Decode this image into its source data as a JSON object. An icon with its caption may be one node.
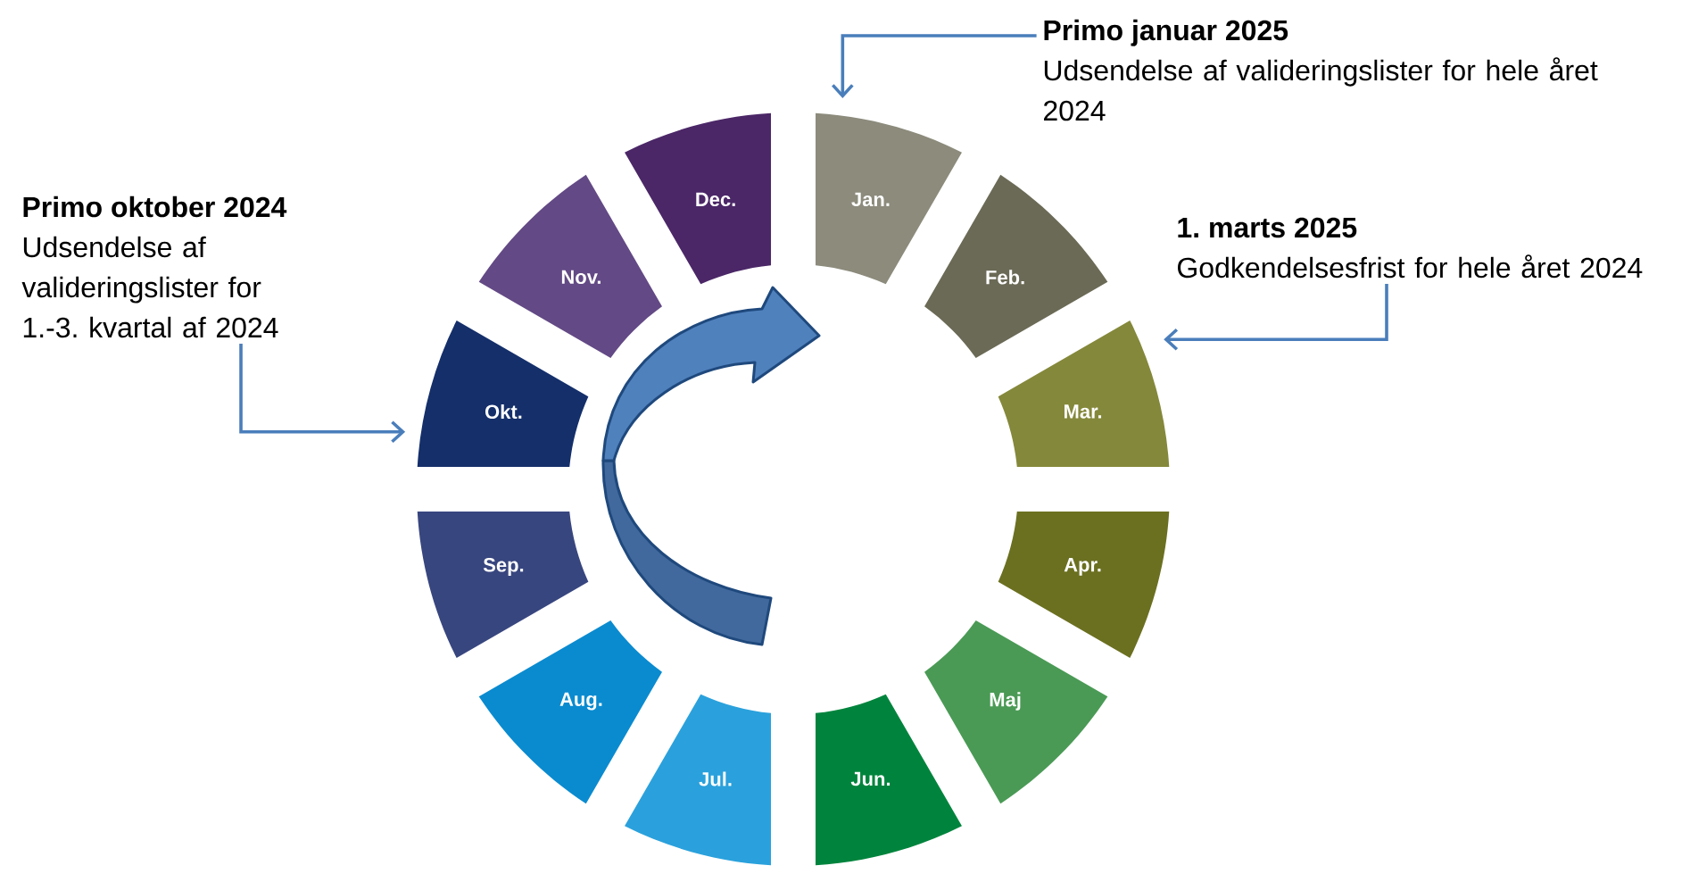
{
  "diagram": {
    "nodes": [
      {
        "text": [
          "Jan."
        ]
      },
      {
        "text": [
          "Feb."
        ]
      },
      {
        "text": [
          "Mar."
        ]
      },
      {
        "text": [
          "Apr."
        ]
      },
      {
        "text": [
          "Maj"
        ]
      },
      {
        "text": [
          "Jun."
        ]
      },
      {
        "text": [
          "Jul."
        ]
      },
      {
        "text": [
          "Aug."
        ]
      },
      {
        "text": [
          "Sep."
        ]
      },
      {
        "text": [
          "Okt."
        ]
      },
      {
        "text": [
          "Nov."
        ]
      },
      {
        "text": [
          "Dec."
        ]
      },
      {
        "text": [
          "Primo januar 2025",
          "Udsendelse af valideringslister for hele året 2024"
        ]
      },
      {
        "text": [
          "1. marts 2025",
          "Godkendelsesfrist for hele året 2024"
        ]
      },
      {
        "text": [
          "Primo oktober 2024",
          "Udsendelse af valideringslister for 1.-3. kvartal af 2024"
        ]
      }
    ],
    "edges": [
      {
        "from": 12,
        "to": 0,
        "arrow": "to"
      },
      {
        "from": 13,
        "to": 2,
        "arrow": "to"
      },
      {
        "from": 14,
        "to": 9,
        "arrow": "to"
      }
    ]
  }
}
